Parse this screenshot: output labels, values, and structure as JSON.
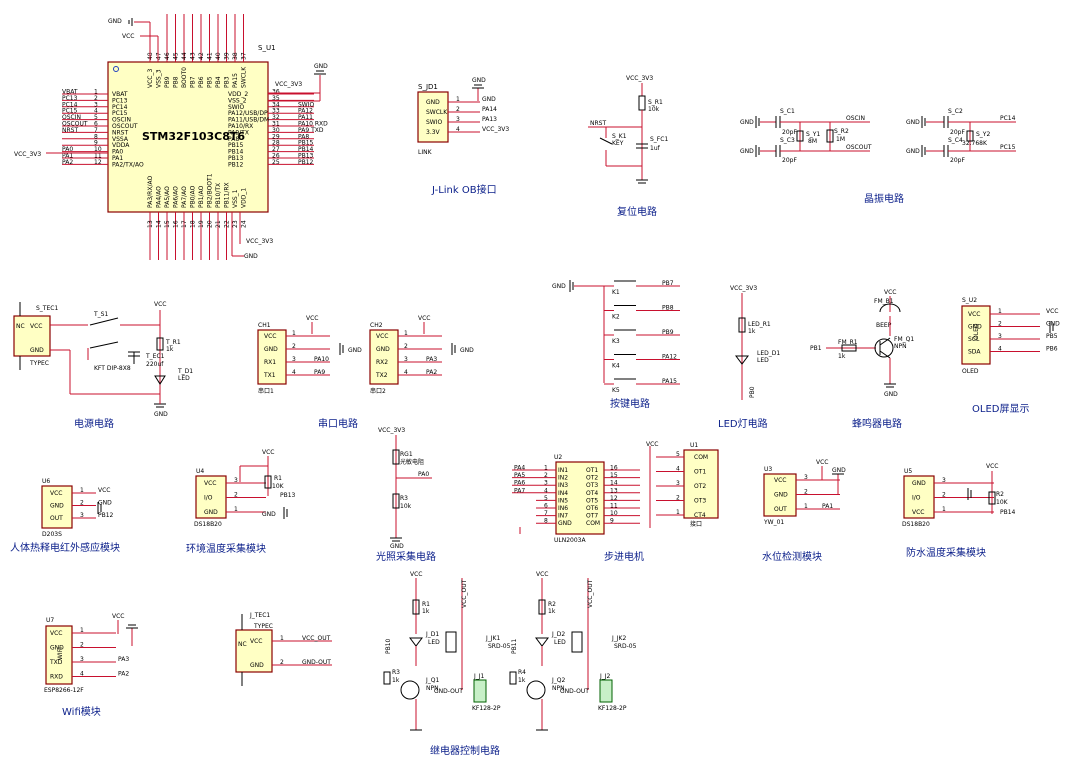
{
  "mcu": {
    "ref": "S_U1",
    "part": "STM32F103C8T6",
    "left_pins": [
      {
        "n": "1",
        "name": "VBAT",
        "net": "VBAT"
      },
      {
        "n": "2",
        "name": "PC13",
        "net": "PC13"
      },
      {
        "n": "3",
        "name": "PC14",
        "net": "PC14"
      },
      {
        "n": "4",
        "name": "PC15",
        "net": "PC15"
      },
      {
        "n": "5",
        "name": "OSCIN",
        "net": "OSCIN"
      },
      {
        "n": "6",
        "name": "OSCOUT",
        "net": "OSCOUT"
      },
      {
        "n": "7",
        "name": "NRST",
        "net": "NRST"
      },
      {
        "n": "8",
        "name": "VSSA",
        "net": ""
      },
      {
        "n": "9",
        "name": "VDDA",
        "net": ""
      },
      {
        "n": "10",
        "name": "PA0",
        "net": "PA0"
      },
      {
        "n": "11",
        "name": "PA1",
        "net": "PA1"
      },
      {
        "n": "12",
        "name": "PA2/TX/AO",
        "net": "PA2"
      }
    ],
    "right_pins": [
      {
        "n": "36",
        "name": "VDD_2",
        "net": ""
      },
      {
        "n": "35",
        "name": "VSS_2",
        "net": ""
      },
      {
        "n": "34",
        "name": "SWIO",
        "net": "SWIO"
      },
      {
        "n": "33",
        "name": "PA12/USB/DP",
        "net": "PA12"
      },
      {
        "n": "32",
        "name": "PA11/USB/DM",
        "net": "PA11"
      },
      {
        "n": "31",
        "name": "PA10/RX",
        "net": "PA10 RXD"
      },
      {
        "n": "30",
        "name": "PA9/TX",
        "net": "PA9 TXD"
      },
      {
        "n": "29",
        "name": "PA8",
        "net": "PA8"
      },
      {
        "n": "28",
        "name": "PB15",
        "net": "PB15"
      },
      {
        "n": "27",
        "name": "PB14",
        "net": "PB14"
      },
      {
        "n": "26",
        "name": "PB13",
        "net": "PB13"
      },
      {
        "n": "25",
        "name": "PB12",
        "net": "PB12"
      }
    ],
    "top_pins": [
      "VCC_3",
      "VSS_3",
      "PB9",
      "PB8",
      "BOOT0",
      "PB7",
      "PB6",
      "PB5",
      "PB4",
      "PB3",
      "PA15",
      "SWCLK"
    ],
    "top_nums": [
      "48",
      "47",
      "46",
      "45",
      "44",
      "43",
      "42",
      "41",
      "40",
      "39",
      "38",
      "37"
    ],
    "bottom_pins": [
      "PA3/RX/AO",
      "PA4/AO",
      "PA5/AO",
      "PA6/AO",
      "PA7/AO",
      "PB0/AO",
      "PB1/AO",
      "PB2/BOOT1",
      "PB10/TX",
      "PB11/RX",
      "VSS_1",
      "VDD_1"
    ],
    "bottom_nums": [
      "13",
      "14",
      "15",
      "16",
      "17",
      "18",
      "19",
      "20",
      "21",
      "22",
      "23",
      "24"
    ],
    "vcc_left": "VCC_3V3",
    "vcc_right": "VCC_3V3",
    "vcc_bottom": "VCC_3V3",
    "vcc_top": "VCC",
    "gnd": "GND"
  },
  "jlink": {
    "ref": "S_JD1",
    "pins": [
      {
        "n": "1",
        "name": "GND",
        "net": "GND"
      },
      {
        "n": "2",
        "name": "SWCLK",
        "net": "PA14"
      },
      {
        "n": "3",
        "name": "SWIO",
        "net": "PA13"
      },
      {
        "n": "4",
        "name": "3.3V",
        "net": "VCC_3V3"
      }
    ],
    "label": "LINK",
    "title": "J-Link OB接口"
  },
  "reset": {
    "vcc": "VCC_3V3",
    "r_ref": "S_R1",
    "r_val": "10k",
    "k_ref": "S_K1",
    "k_val": "KEY",
    "c_ref": "S_FC1",
    "c_val": "1uf",
    "net": "NRST",
    "title": "复位电路"
  },
  "crystal": {
    "c1": "S_C1",
    "c1v": "20pF",
    "c3": "S_C3",
    "c3v": "20pF",
    "y1": "S_Y1",
    "y1v": "8M",
    "r2": "S_R2",
    "r2v": "1M",
    "c2": "S_C2",
    "c2v": "20pF",
    "c4": "S_C4",
    "c4v": "20pF",
    "y2": "S_Y2",
    "y2v": "32.768K",
    "n_oscin": "OSCIN",
    "n_oscout": "OSCOUT",
    "n_pc14": "PC14",
    "n_pc15": "PC15",
    "gnd": "GND",
    "title": "晶振电路"
  },
  "power": {
    "tec": "S_TEC1",
    "tec_type": "TYPEC",
    "vcc_pin": "VCC",
    "gnd_pin": "GND",
    "nc": "NC",
    "sw": "T_S1",
    "sw_val": "KFT DIP-8X8",
    "r": "T_R1",
    "rv": "1k",
    "c": "T_EC1",
    "cv": "220uf",
    "led": "T_D1",
    "ledv": "LED",
    "vcc": "VCC",
    "gnd": "GND",
    "title": "电源电路"
  },
  "serial": {
    "ch1": "CH1",
    "ch1_sub": "串口1",
    "ch2": "CH2",
    "ch2_sub": "串口2",
    "pins": [
      "VCC",
      "GND",
      "RX1",
      "TX1"
    ],
    "pins2": [
      "VCC",
      "GND",
      "RX2",
      "TX2"
    ],
    "ch1_nets": [
      "",
      "",
      "PA10",
      "PA9"
    ],
    "ch2_nets": [
      "",
      "",
      "PA3",
      "PA2"
    ],
    "vcc": "VCC",
    "gnd": "GND",
    "title": "串口电路"
  },
  "keys": {
    "gnd": "GND",
    "items": [
      {
        "k": "K1",
        "net": "PB7"
      },
      {
        "k": "K2",
        "net": "PB8"
      },
      {
        "k": "K3",
        "net": "PB9"
      },
      {
        "k": "K4",
        "net": "PA12"
      },
      {
        "k": "K5",
        "net": "PA15"
      }
    ],
    "title": "按键电路"
  },
  "led": {
    "vcc": "VCC_3V3",
    "r": "LED_R1",
    "rv": "1k",
    "d": "LED_D1",
    "dv": "LED",
    "net": "PB0",
    "title": "LED灯电路"
  },
  "buzzer": {
    "vcc": "VCC",
    "ref": "FM_B1",
    "val": "BEEP",
    "r": "FM_R1",
    "rv": "1k",
    "q": "FM_Q1",
    "qv": "NPN",
    "net": "PB1",
    "gnd": "GND",
    "title": "蜂鸣器电路"
  },
  "oled": {
    "ref": "S_U2",
    "label": "OLED",
    "part": "OLED",
    "pins": [
      {
        "n": "1",
        "name": "VCC",
        "net": "VCC"
      },
      {
        "n": "2",
        "name": "GND",
        "net": "GND"
      },
      {
        "n": "3",
        "name": "SCL",
        "net": "PB5"
      },
      {
        "n": "4",
        "name": "SDA",
        "net": "PB6"
      }
    ],
    "title": "OLED屏显示"
  },
  "pir": {
    "ref": "U6",
    "part": "D203S",
    "pins": [
      {
        "n": "1",
        "name": "VCC",
        "net": "VCC"
      },
      {
        "n": "2",
        "name": "GND",
        "net": "GND"
      },
      {
        "n": "3",
        "name": "OUT",
        "net": "PB12"
      }
    ],
    "title": "人体热释电红外感应模块"
  },
  "env_temp": {
    "ref": "U4",
    "part": "DS18B20",
    "r": "R1",
    "rv": "10K",
    "pins": [
      {
        "n": "3",
        "name": "VCC"
      },
      {
        "n": "2",
        "name": "I/O"
      },
      {
        "n": "1",
        "name": "GND"
      }
    ],
    "net": "PB13",
    "vcc": "VCC",
    "gnd": "GND",
    "title": "环境温度采集模块"
  },
  "light": {
    "vcc": "VCC_3V3",
    "rg": "RG1",
    "rgv": "光敏电阻",
    "r": "R3",
    "rv": "10k",
    "net": "PA0",
    "gnd": "GND",
    "title": "光照采集电路"
  },
  "stepper": {
    "ref": "U2",
    "part": "ULN2003A",
    "conn": "U1",
    "conn_lbl": "接口",
    "inputs": [
      "PA4",
      "PA5",
      "PA6",
      "PA7"
    ],
    "in_names": [
      "IN1",
      "IN2",
      "IN3",
      "IN4",
      "IN5",
      "IN6",
      "IN7",
      "GND"
    ],
    "in_nums": [
      "1",
      "2",
      "3",
      "4",
      "5",
      "6",
      "7",
      "8"
    ],
    "out_names": [
      "OT1",
      "OT2",
      "OT3",
      "OT4",
      "OT5",
      "OT6",
      "OT7",
      "COM"
    ],
    "out_nums": [
      "16",
      "15",
      "14",
      "13",
      "12",
      "11",
      "10",
      "9"
    ],
    "conn_pins": [
      {
        "n": "5",
        "name": "COM"
      },
      {
        "n": "4",
        "name": "OT1"
      },
      {
        "n": "3",
        "name": "OT2"
      },
      {
        "n": "2",
        "name": "OT3"
      },
      {
        "n": "1",
        "name": "CT4"
      }
    ],
    "vcc": "VCC",
    "title": "步进电机"
  },
  "water": {
    "ref": "U3",
    "part": "YW_01",
    "pins": [
      {
        "n": "3",
        "name": "VCC"
      },
      {
        "n": "2",
        "name": "GND"
      },
      {
        "n": "1",
        "name": "OUT",
        "net": "PA1"
      }
    ],
    "vcc": "VCC",
    "gnd": "GND",
    "title": "水位检测模块"
  },
  "water_temp": {
    "ref": "U5",
    "part": "DS18B20",
    "r": "R2",
    "rv": "10K",
    "pins": [
      {
        "n": "3",
        "name": "GND"
      },
      {
        "n": "2",
        "name": "I/O"
      },
      {
        "n": "1",
        "name": "VCC"
      }
    ],
    "net": "PB14",
    "vcc": "VCC",
    "gnd": "GND",
    "title": "防水温度采集模块"
  },
  "wifi": {
    "ref": "U7",
    "part": "ESP8266-12F",
    "label": "WIFI",
    "pins": [
      {
        "n": "1",
        "name": "VCC",
        "net": ""
      },
      {
        "n": "2",
        "name": "GND",
        "net": ""
      },
      {
        "n": "3",
        "name": "TXD",
        "net": "PA3"
      },
      {
        "n": "4",
        "name": "RXD",
        "net": "PA2"
      }
    ],
    "vcc": "VCC",
    "gnd": "GND",
    "title": "Wifi模块"
  },
  "tec2": {
    "ref": "J_TEC1",
    "type": "TYPEC",
    "nc": "NC",
    "pins": [
      {
        "n": "1",
        "name": "VCC",
        "net": "VCC_OUT"
      },
      {
        "n": "2",
        "name": "GND",
        "net": "GND-OUT"
      }
    ]
  },
  "relay": {
    "units": [
      {
        "vcc": "VCC",
        "r1": "R1",
        "r1v": "1k",
        "d": "J_D1",
        "dv": "LED",
        "net": "PB10",
        "r3": "R3",
        "r3v": "1k",
        "q": "J_Q1",
        "qv": "NPN",
        "jk": "J_JK1",
        "jkv": "SRD-05",
        "j": "J_J1",
        "jv": "KF128-2P",
        "out": "VCC_OUT",
        "gout": "GND-OUT"
      },
      {
        "vcc": "VCC",
        "r1": "R2",
        "r1v": "1k",
        "d": "J_D2",
        "dv": "LED",
        "net": "PB11",
        "r3": "R4",
        "r3v": "1k",
        "q": "J_Q2",
        "qv": "NPN",
        "jk": "J_JK2",
        "jkv": "SRD-05",
        "j": "J_J2",
        "jv": "KF128-2P",
        "out": "VCC_OUT",
        "gout": "GND-OUT"
      }
    ],
    "title": "继电器控制电路"
  }
}
